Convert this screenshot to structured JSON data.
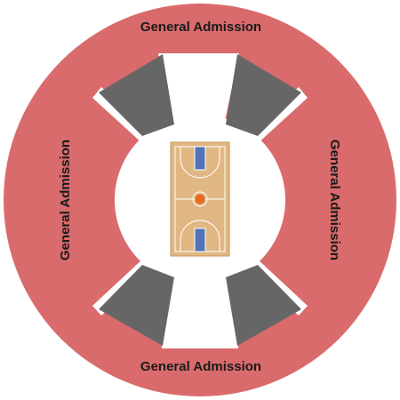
{
  "venue_map": {
    "sections": [
      {
        "id": "ga-top",
        "label": "General Admission",
        "rotation": 0
      },
      {
        "id": "ga-right",
        "label": "General Admission",
        "rotation": 90
      },
      {
        "id": "ga-bottom",
        "label": "General Admission",
        "rotation": 0
      },
      {
        "id": "ga-left",
        "label": "General Admission",
        "rotation": -90
      }
    ],
    "seat_blocks": [
      {
        "id": "block-top-left"
      },
      {
        "id": "block-top-right"
      },
      {
        "id": "block-bottom-left"
      },
      {
        "id": "block-bottom-right"
      }
    ],
    "colors": {
      "general_admission": "#d96b6c",
      "seat_block": "#666666",
      "court_floor": "#e0b783",
      "court_border": "#c9935a",
      "key_paint": "#4f73b8",
      "center_ball": "#e86b1e",
      "court_lines": "#ffffff",
      "background": "#ffffff"
    }
  }
}
